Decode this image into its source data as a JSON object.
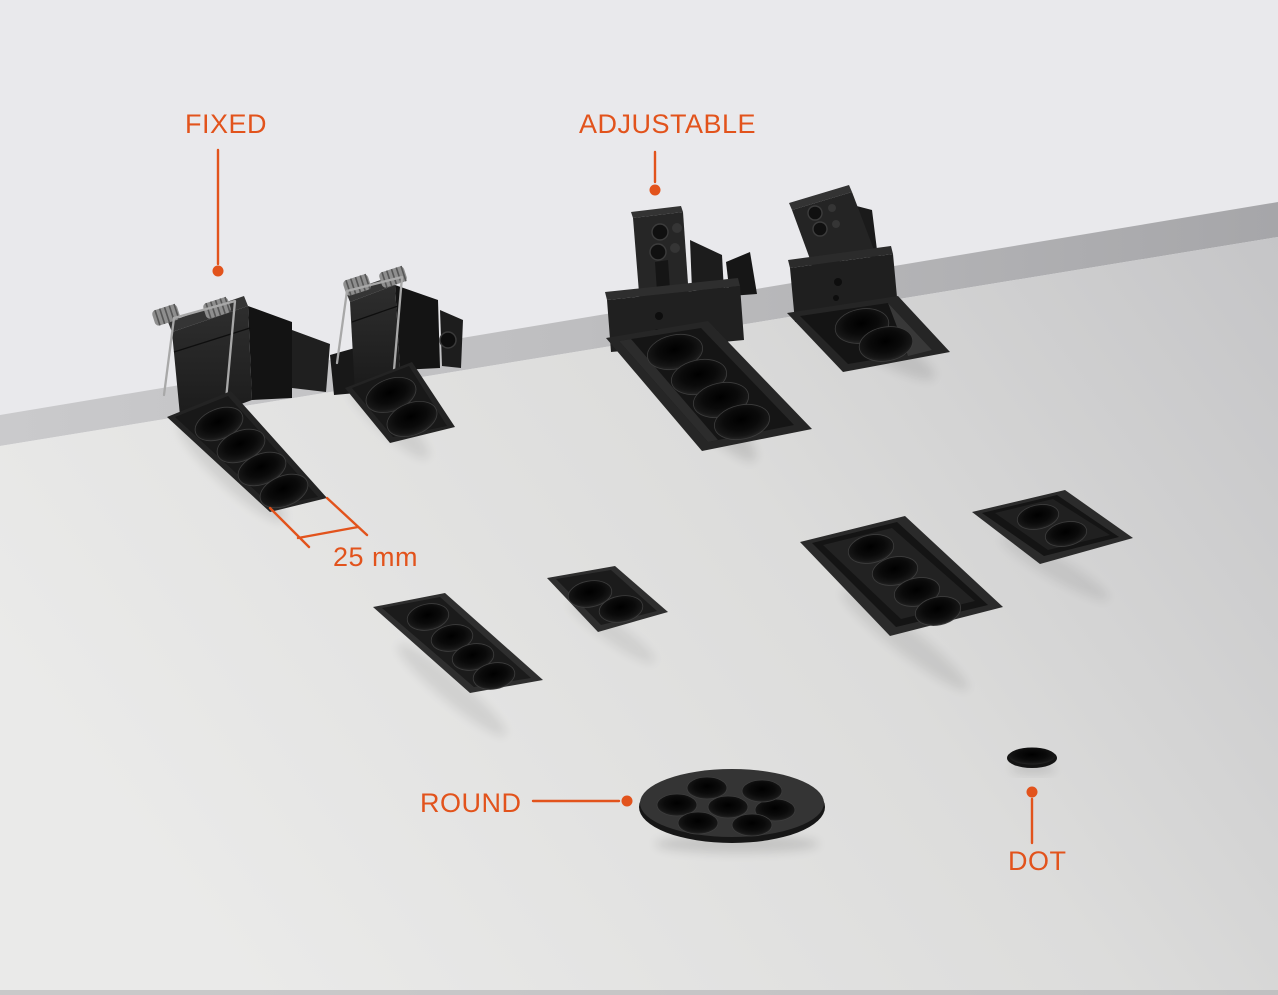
{
  "colors": {
    "accent": "#E2531C",
    "background": "#E9E9EC",
    "ceiling_face_light": "#EAEAE9",
    "ceiling_face_dark": "#C5C5C7",
    "ceiling_cut_edge": "#ADADAF",
    "fixture_body": "#262626",
    "fixture_cell": "#0B0B0B",
    "spring_clip": "#8E8E8E"
  },
  "labels": {
    "fixed": "FIXED",
    "adjustable": "ADJUSTABLE",
    "dimension": "25 mm",
    "round": "ROUND",
    "dot": "DOT"
  },
  "fixtures": [
    {
      "name": "fixed-linear-4-cell",
      "group": "FIXED",
      "cells": 4,
      "mount": "spring-clip",
      "position": "above-ceiling-left"
    },
    {
      "name": "fixed-linear-2-cell",
      "group": "FIXED",
      "cells": 2,
      "mount": "spring-clip",
      "position": "above-ceiling-left"
    },
    {
      "name": "adjustable-linear-4-cell",
      "group": "ADJUSTABLE",
      "cells": 4,
      "mount": "bracket",
      "position": "above-ceiling-right"
    },
    {
      "name": "adjustable-linear-2-cell",
      "group": "ADJUSTABLE",
      "cells": 2,
      "mount": "bracket",
      "position": "above-ceiling-right"
    },
    {
      "name": "recessed-linear-4-cell",
      "cells": 4,
      "position": "ceiling-middle-left"
    },
    {
      "name": "recessed-linear-2-cell",
      "cells": 2,
      "position": "ceiling-middle-left"
    },
    {
      "name": "recessed-bezel-4-cell",
      "cells": 4,
      "position": "ceiling-middle-right"
    },
    {
      "name": "recessed-bezel-2-cell-square",
      "cells": 2,
      "position": "ceiling-middle-right"
    },
    {
      "name": "round-7-cell",
      "group": "ROUND",
      "cells": 7,
      "position": "ceiling-bottom-center"
    },
    {
      "name": "dot-single",
      "group": "DOT",
      "cells": 1,
      "position": "ceiling-bottom-right"
    }
  ],
  "dimension_note": {
    "value": "25",
    "unit": "mm",
    "measures": "module width"
  }
}
